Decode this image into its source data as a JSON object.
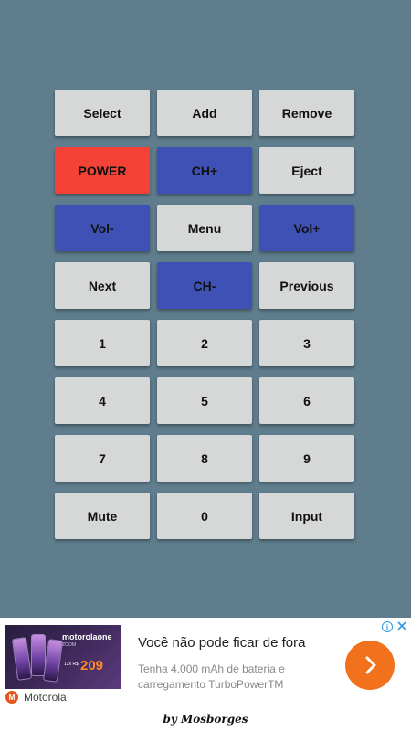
{
  "remote": {
    "buttons": [
      {
        "label": "Select",
        "color": "gray",
        "name": "select-button"
      },
      {
        "label": "Add",
        "color": "gray",
        "name": "add-button"
      },
      {
        "label": "Remove",
        "color": "gray",
        "name": "remove-button"
      },
      {
        "label": "POWER",
        "color": "red",
        "name": "power-button"
      },
      {
        "label": "CH+",
        "color": "blue",
        "name": "channel-up-button"
      },
      {
        "label": "Eject",
        "color": "gray",
        "name": "eject-button"
      },
      {
        "label": "Vol-",
        "color": "blue",
        "name": "volume-down-button"
      },
      {
        "label": "Menu",
        "color": "gray",
        "name": "menu-button"
      },
      {
        "label": "Vol+",
        "color": "blue",
        "name": "volume-up-button"
      },
      {
        "label": "Next",
        "color": "gray",
        "name": "next-button"
      },
      {
        "label": "CH-",
        "color": "blue",
        "name": "channel-down-button"
      },
      {
        "label": "Previous",
        "color": "gray",
        "name": "previous-button"
      },
      {
        "label": "1",
        "color": "gray",
        "name": "digit-1-button"
      },
      {
        "label": "2",
        "color": "gray",
        "name": "digit-2-button"
      },
      {
        "label": "3",
        "color": "gray",
        "name": "digit-3-button"
      },
      {
        "label": "4",
        "color": "gray",
        "name": "digit-4-button"
      },
      {
        "label": "5",
        "color": "gray",
        "name": "digit-5-button"
      },
      {
        "label": "6",
        "color": "gray",
        "name": "digit-6-button"
      },
      {
        "label": "7",
        "color": "gray",
        "name": "digit-7-button"
      },
      {
        "label": "8",
        "color": "gray",
        "name": "digit-8-button"
      },
      {
        "label": "9",
        "color": "gray",
        "name": "digit-9-button"
      },
      {
        "label": "Mute",
        "color": "gray",
        "name": "mute-button"
      },
      {
        "label": "0",
        "color": "gray",
        "name": "digit-0-button"
      },
      {
        "label": "Input",
        "color": "gray",
        "name": "input-button"
      }
    ]
  },
  "colors": {
    "background": "#5f7d8c",
    "gray": "#d6d7d7",
    "red": "#f44336",
    "blue": "#3f51b5",
    "ad_cta": "#f2711c"
  },
  "ad": {
    "headline": "Você não pode ficar de fora",
    "body": "Tenha 4.000 mAh de bateria e carregamento TurboPowerTM",
    "advertiser": "Motorola",
    "image_brand": "motorolaone",
    "image_sub": "ZOOM",
    "image_from": "12x R$",
    "image_price": "209",
    "cta_icon": "chevron-right-icon",
    "choices_icon": "info-icon",
    "close_icon": "close-icon"
  },
  "footer": {
    "credit": "by Mosborges"
  }
}
